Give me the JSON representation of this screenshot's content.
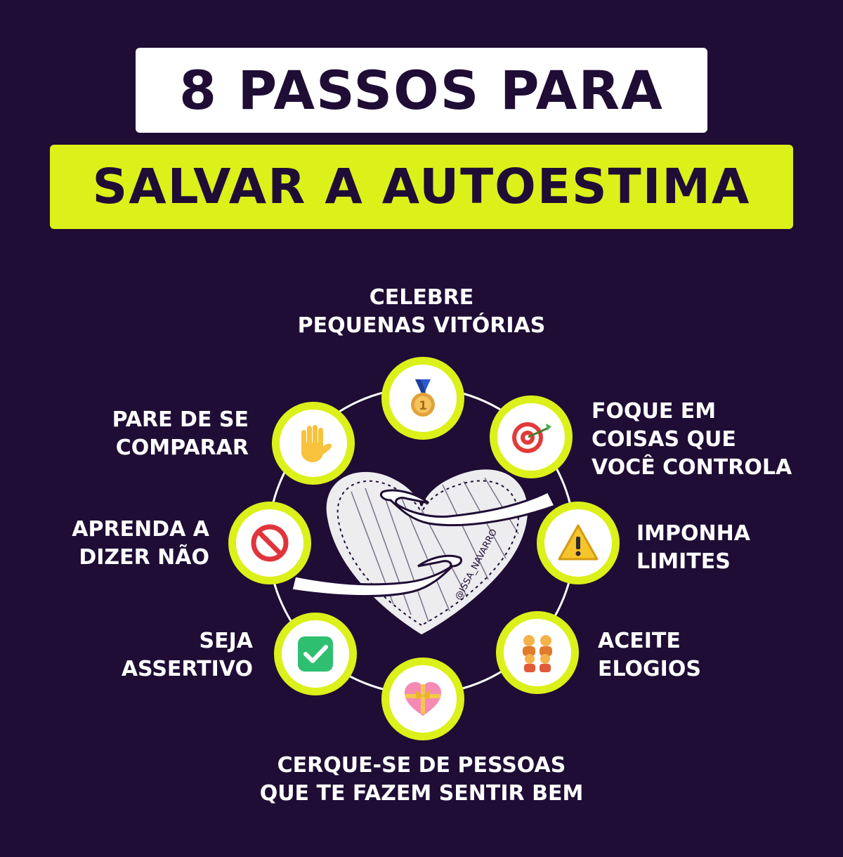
{
  "title": {
    "line1": "8 PASSOS PARA",
    "line2": "SALVAR A AUTOESTIMA"
  },
  "colors": {
    "background": "#1f0d35",
    "accent": "#dcf01a",
    "title_box": "#ffffff",
    "text": "#ffffff"
  },
  "center": {
    "image": "heart-hug-illustration",
    "watermark": "@ISSA_NAVARRO"
  },
  "steps": [
    {
      "label": "CELEBRE\nPEQUENAS VITÓRIAS",
      "icon": "medal-icon"
    },
    {
      "label": "FOQUE EM\nCOISAS QUE\nVOCÊ CONTROLA",
      "icon": "target-icon"
    },
    {
      "label": "IMPONHA\nLIMITES",
      "icon": "warning-icon"
    },
    {
      "label": "ACEITE\nELOGIOS",
      "icon": "family-icon"
    },
    {
      "label": "CERQUE-SE DE PESSOAS\nQUE TE FAZEM SENTIR BEM",
      "icon": "heart-gift-icon"
    },
    {
      "label": "SEJA\nASSERTIVO",
      "icon": "check-icon"
    },
    {
      "label": "APRENDA A\nDIZER NÃO",
      "icon": "no-entry-icon"
    },
    {
      "label": "PARE DE SE\nCOMPARAR",
      "icon": "raised-hand-icon"
    }
  ]
}
